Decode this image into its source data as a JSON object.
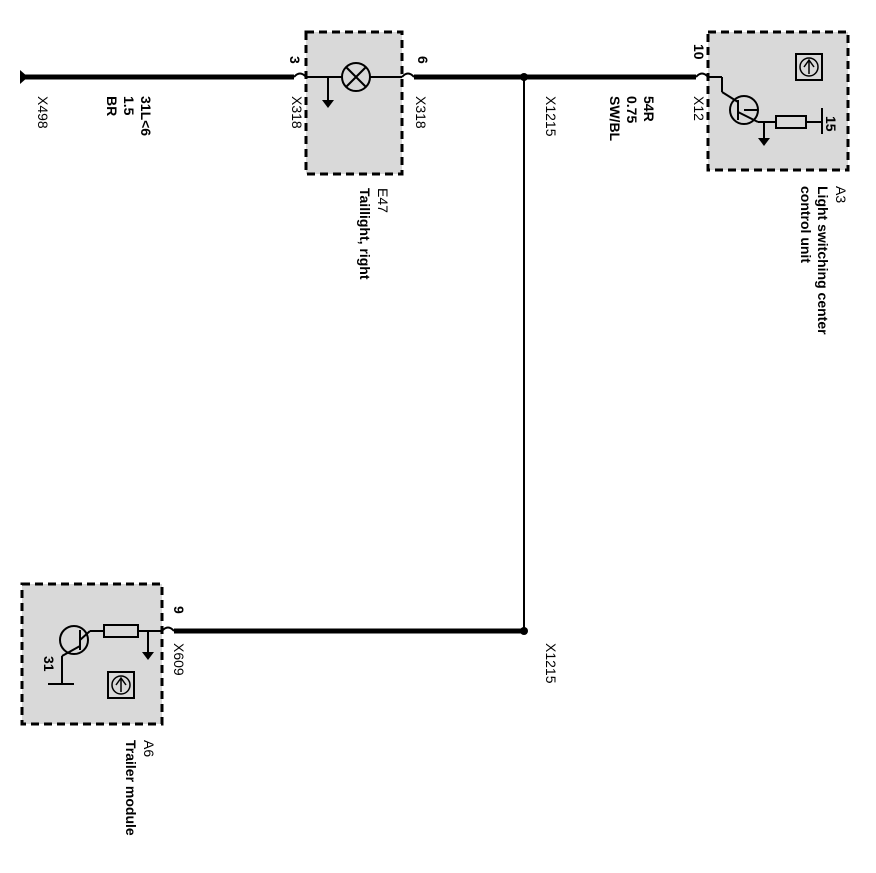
{
  "colors": {
    "module_fill": "#d9d9d9",
    "line": "#000000",
    "background": "#ffffff"
  },
  "ground": {
    "connector": "X498",
    "wire_code": "31L<6",
    "wire_size": "1.5",
    "wire_color": "BR"
  },
  "taillight": {
    "id": "E47",
    "name": "Taillight, right",
    "pin_left": "3",
    "pin_right": "6",
    "connector_left": "X318",
    "connector_right": "X318",
    "icon": "lamp-icon"
  },
  "splice": {
    "top_label": "X1215",
    "bottom_label": "X1215"
  },
  "wire_54": {
    "code": "54R",
    "size": "0.75",
    "color": "SW/BL"
  },
  "light_switch": {
    "id": "A3",
    "name_line1": "Light switching center",
    "name_line2": "control unit",
    "pin": "10",
    "connector": "X12",
    "supply_terminal": "15",
    "icon": "control-unit-icon"
  },
  "trailer_module": {
    "id": "A6",
    "name": "Trailer module",
    "pin": "9",
    "connector": "X609",
    "ground_terminal": "31",
    "icon": "control-unit-icon"
  }
}
